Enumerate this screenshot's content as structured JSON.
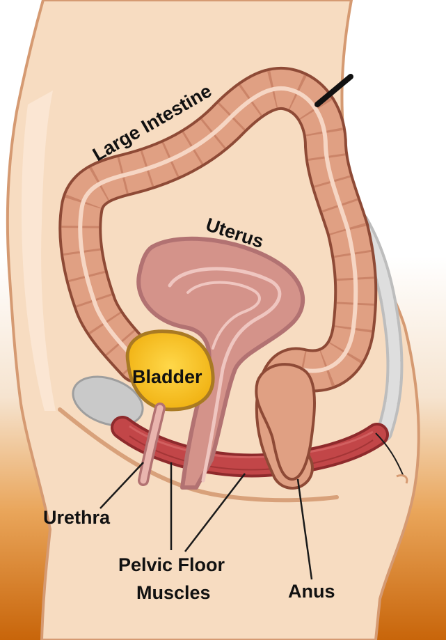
{
  "labels": {
    "large_intestine": "Large Intestine",
    "uterus": "Uterus",
    "bladder": "Bladder",
    "urethra": "Urethra",
    "pelvic_floor_line1": "Pelvic Floor",
    "pelvic_floor_line2": "Muscles",
    "anus": "Anus"
  },
  "colors": {
    "background_top": "#ffffff",
    "background_bottom": "#c8650a",
    "skin": "#f7dcc1",
    "skin_outline": "#d59a72",
    "intestine": "#e0a083",
    "intestine_outline": "#8e4a36",
    "uterus": "#d4938a",
    "uterus_outline": "#b27272",
    "bladder": "#f4b912",
    "bladder_outline": "#a97a23",
    "muscle": "#b23a3c",
    "spine": "#cfcfcf",
    "pubic_bone": "#c9c9c9",
    "leader_line": "#1a1a1a"
  }
}
